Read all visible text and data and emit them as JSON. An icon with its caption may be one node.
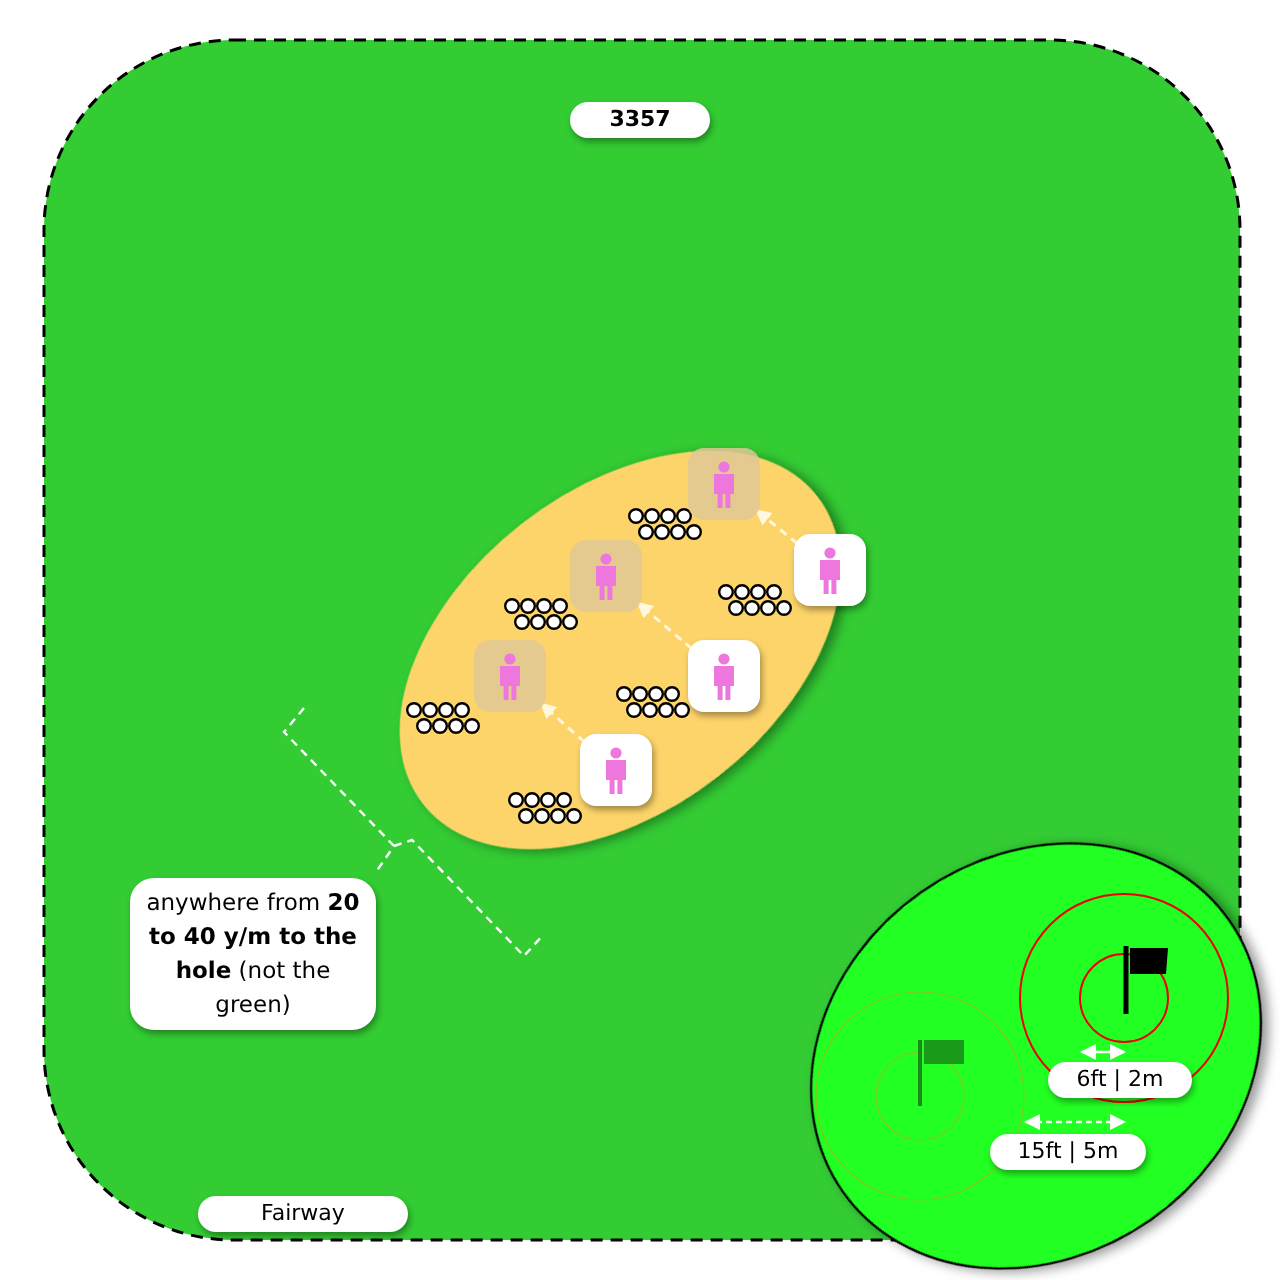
{
  "diagram": {
    "nodes": [
      {
        "text": [],
        "shape": "person"
      },
      {
        "text": [],
        "shape": "person"
      },
      {
        "text": [],
        "shape": "person"
      },
      {
        "text": [],
        "shape": "person"
      },
      {
        "text": [],
        "shape": "person"
      },
      {
        "text": [],
        "shape": "person"
      }
    ],
    "edges": [
      {
        "from": 1,
        "to": 0,
        "arrow": "to",
        "style": "dashed"
      },
      {
        "from": 3,
        "to": 2,
        "arrow": "to",
        "style": "dashed"
      },
      {
        "from": 5,
        "to": 4,
        "arrow": "to",
        "style": "dashed"
      }
    ],
    "labels": [
      "3357",
      "anywhere from **20 to 40 y/m to the hole** (not the green)",
      "6ft | 2m",
      "15ft | 5m",
      "Fairway"
    ]
  }
}
